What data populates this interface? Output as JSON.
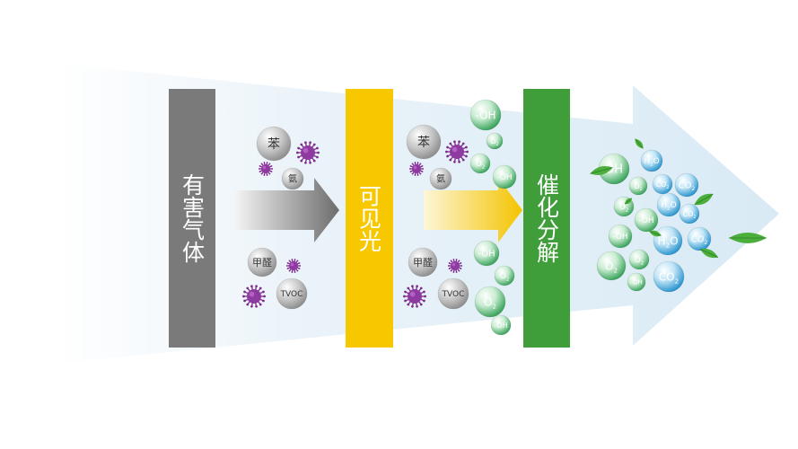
{
  "panels": [
    {
      "label": "有害气体",
      "color": "#7a7a7a"
    },
    {
      "label": "可见光",
      "color": "#f7c800"
    },
    {
      "label": "催化分解",
      "color": "#3f9e3a"
    }
  ],
  "gray_molecules": {
    "benzene": "苯",
    "ammonia": "氨",
    "formaldehyde": "甲醛",
    "tvoc": "TVOC"
  },
  "products": {
    "hydroxyl": "-OH",
    "hydroxyl_alt": "OH",
    "oxygen": "O",
    "oxygen_sub": "2",
    "water": "H",
    "water_sub": "2",
    "water_tail": "O",
    "co2": "CO",
    "co2_sub": "2"
  },
  "colors": {
    "background_arrow": "#e6f1f8",
    "gray_molecule": "#a9a9a9",
    "virus": "#7d2b8e",
    "green_molecule": "#3aa55a",
    "blue_molecule": "#2a9fd6",
    "leaf": "#4caf3c"
  }
}
